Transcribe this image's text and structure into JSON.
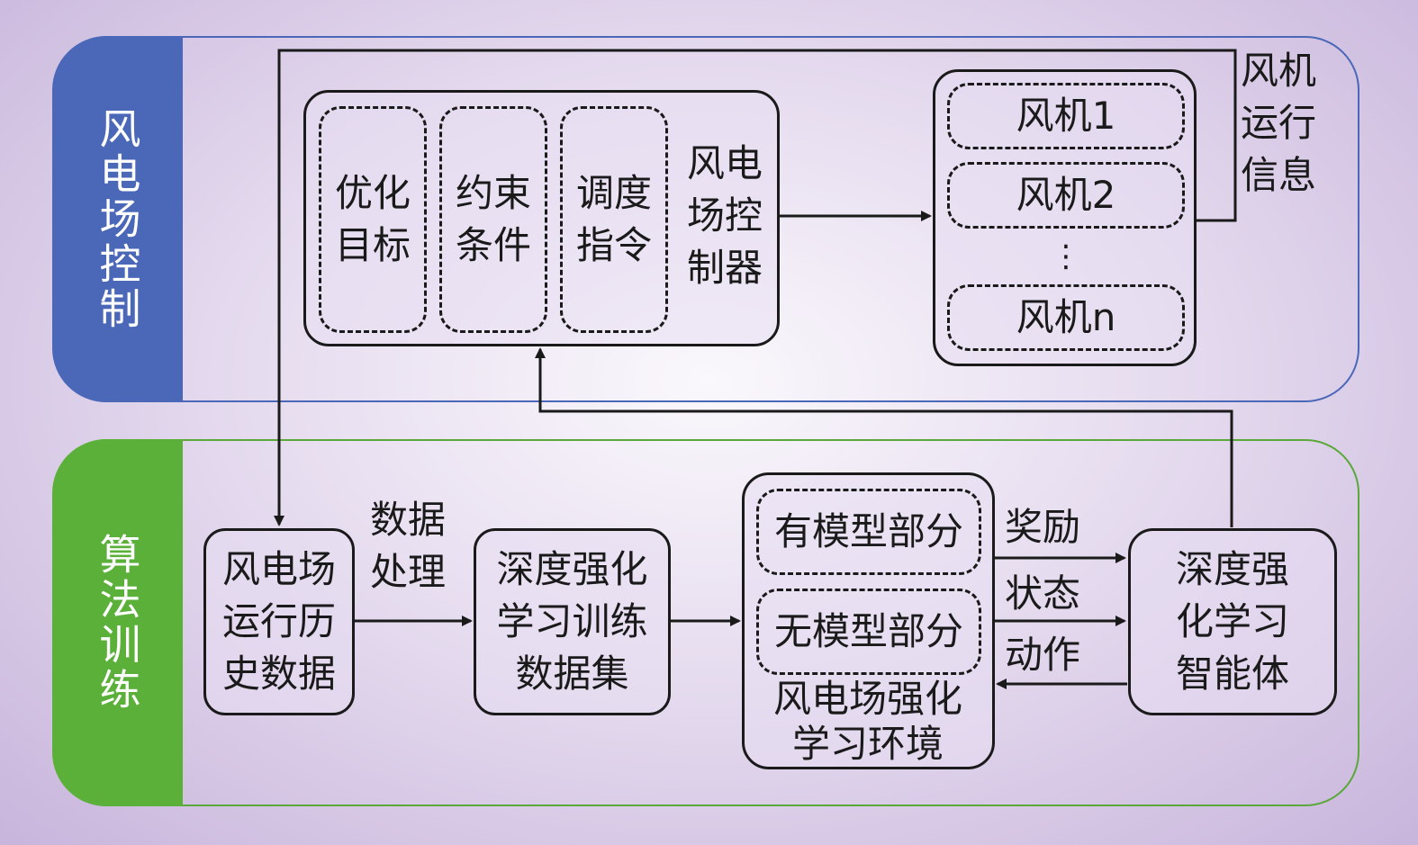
{
  "lanes": {
    "control": {
      "label": "风电场控制",
      "color": "#4a67b8"
    },
    "training": {
      "label": "算法训练",
      "color": "#5bb03a"
    }
  },
  "controller": {
    "label": "风电\n场控\n制器",
    "items": [
      "优化\n目标",
      "约束\n条件",
      "调度\n指令"
    ]
  },
  "turbines": {
    "items": [
      "风机1",
      "风机2",
      "⋮",
      "风机n"
    ]
  },
  "turbine_info_label": "风机\n运行\n信息",
  "history_data": "风电场\n运行历\n史数据",
  "processing_label": "数据\n处理",
  "training_dataset": "深度强化\n学习训练\n数据集",
  "environment": {
    "label": "风电场强化\n学习环境",
    "parts": [
      "有模型部分",
      "无模型部分"
    ]
  },
  "signals": {
    "reward": "奖励",
    "state": "状态",
    "action": "动作"
  },
  "agent": "深度强\n化学习\n智能体"
}
